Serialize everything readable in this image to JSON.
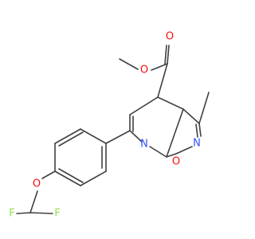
{
  "structure": {
    "atoms": [
      {
        "id": "O_carbonyl",
        "symbol": "O",
        "color": "#ff0d0d"
      },
      {
        "id": "O_ester",
        "symbol": "O",
        "color": "#ff0d0d"
      },
      {
        "id": "N_isoxazole",
        "symbol": "N",
        "color": "#3050f8"
      },
      {
        "id": "N_pyridine",
        "symbol": "N",
        "color": "#3050f8"
      },
      {
        "id": "O_isoxazole",
        "symbol": "O",
        "color": "#ff0d0d"
      },
      {
        "id": "O_ether",
        "symbol": "O",
        "color": "#ff0d0d"
      },
      {
        "id": "F_1",
        "symbol": "F",
        "color": "#90e050"
      },
      {
        "id": "F_2",
        "symbol": "F",
        "color": "#90e050"
      }
    ],
    "bond_color": "#404040"
  }
}
